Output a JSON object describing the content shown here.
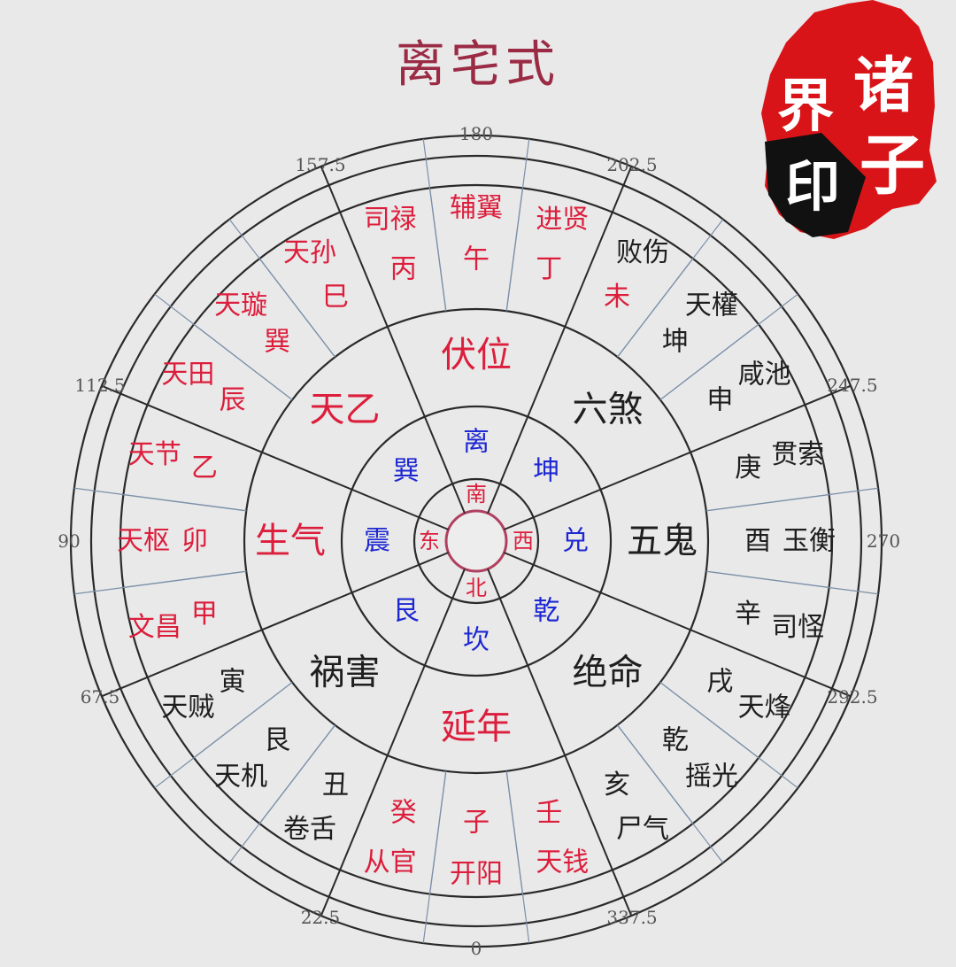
{
  "title": "离宅式",
  "colors": {
    "red": "#dc1e3c",
    "black": "#1e1e1e",
    "blue": "#1e28d2",
    "title": "#9b2b45",
    "seal": "#d81418"
  },
  "seal": {
    "text": [
      "诸",
      "子",
      "界",
      "印"
    ]
  },
  "degrees": [
    {
      "label": "180"
    },
    {
      "label": "202.5"
    },
    {
      "label": "247.5"
    },
    {
      "label": "270"
    },
    {
      "label": "292.5"
    },
    {
      "label": "337.5"
    },
    {
      "label": "0"
    },
    {
      "label": "22.5"
    },
    {
      "label": "67.5"
    },
    {
      "label": "90"
    },
    {
      "label": "112.5"
    },
    {
      "label": "157.5"
    }
  ],
  "center_directions": [
    {
      "label": "南",
      "color": "red"
    },
    {
      "label": "西",
      "color": "red"
    },
    {
      "label": "北",
      "color": "red"
    },
    {
      "label": "东",
      "color": "red"
    }
  ],
  "trigrams": [
    {
      "label": "离",
      "color": "blue"
    },
    {
      "label": "坤",
      "color": "blue"
    },
    {
      "label": "兑",
      "color": "blue"
    },
    {
      "label": "乾",
      "color": "blue"
    },
    {
      "label": "坎",
      "color": "blue"
    },
    {
      "label": "艮",
      "color": "blue"
    },
    {
      "label": "震",
      "color": "blue"
    },
    {
      "label": "巽",
      "color": "blue"
    }
  ],
  "stars": [
    {
      "label": "伏位",
      "color": "red"
    },
    {
      "label": "六煞",
      "color": "black"
    },
    {
      "label": "五鬼",
      "color": "black"
    },
    {
      "label": "绝命",
      "color": "black"
    },
    {
      "label": "延年",
      "color": "red"
    },
    {
      "label": "祸害",
      "color": "black"
    },
    {
      "label": "生气",
      "color": "red"
    },
    {
      "label": "天乙",
      "color": "red"
    }
  ],
  "mountains": [
    {
      "label": "午",
      "color": "red"
    },
    {
      "label": "丁",
      "color": "red"
    },
    {
      "label": "未",
      "color": "red"
    },
    {
      "label": "坤",
      "color": "black"
    },
    {
      "label": "申",
      "color": "black"
    },
    {
      "label": "庚",
      "color": "black"
    },
    {
      "label": "酉",
      "color": "black"
    },
    {
      "label": "辛",
      "color": "black"
    },
    {
      "label": "戌",
      "color": "black"
    },
    {
      "label": "乾",
      "color": "black"
    },
    {
      "label": "亥",
      "color": "black"
    },
    {
      "label": "壬",
      "color": "red"
    },
    {
      "label": "子",
      "color": "red"
    },
    {
      "label": "癸",
      "color": "red"
    },
    {
      "label": "丑",
      "color": "black"
    },
    {
      "label": "艮",
      "color": "black"
    },
    {
      "label": "寅",
      "color": "black"
    },
    {
      "label": "甲",
      "color": "red"
    },
    {
      "label": "卯",
      "color": "red"
    },
    {
      "label": "乙",
      "color": "red"
    },
    {
      "label": "辰",
      "color": "red"
    },
    {
      "label": "巽",
      "color": "red"
    },
    {
      "label": "巳",
      "color": "red"
    },
    {
      "label": "丙",
      "color": "red"
    }
  ],
  "outer_stars": [
    {
      "label": "辅翼",
      "color": "red"
    },
    {
      "label": "进贤",
      "color": "red"
    },
    {
      "label": "败伤",
      "color": "black"
    },
    {
      "label": "天權",
      "color": "black"
    },
    {
      "label": "咸池",
      "color": "black"
    },
    {
      "label": "贯索",
      "color": "black"
    },
    {
      "label": "玉衡",
      "color": "black"
    },
    {
      "label": "司怪",
      "color": "black"
    },
    {
      "label": "天烽",
      "color": "black"
    },
    {
      "label": "摇光",
      "color": "black"
    },
    {
      "label": "尸气",
      "color": "black"
    },
    {
      "label": "天钱",
      "color": "red"
    },
    {
      "label": "开阳",
      "color": "red"
    },
    {
      "label": "从官",
      "color": "red"
    },
    {
      "label": "卷舌",
      "color": "black"
    },
    {
      "label": "天机",
      "color": "black"
    },
    {
      "label": "天贼",
      "color": "black"
    },
    {
      "label": "文昌",
      "color": "red"
    },
    {
      "label": "天枢",
      "color": "red"
    },
    {
      "label": "天节",
      "color": "red"
    },
    {
      "label": "天田",
      "color": "red"
    },
    {
      "label": "天璇",
      "color": "red"
    },
    {
      "label": "天孙",
      "color": "red"
    },
    {
      "label": "司禄",
      "color": "red"
    }
  ]
}
